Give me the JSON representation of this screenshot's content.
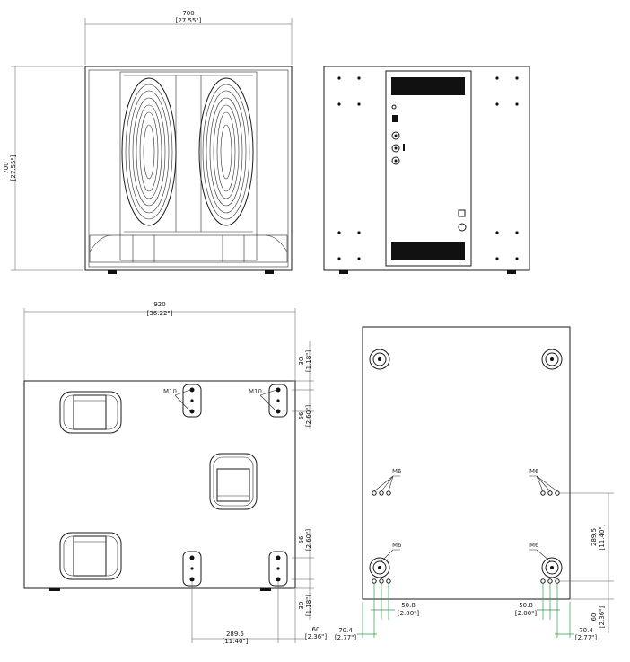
{
  "dimensions": {
    "front_width": {
      "value": "700",
      "inch": "[27.55\"]"
    },
    "front_height": {
      "value": "700",
      "inch": "[27.55\"]"
    },
    "side_width": {
      "value": "920",
      "inch": "[36.22\"]"
    },
    "side_top_offset": {
      "value": "30",
      "inch": "[1.18\"]"
    },
    "side_top_spacing": {
      "value": "66",
      "inch": "[2.60\"]"
    },
    "side_bottom_spacing": {
      "value": "66",
      "inch": "[2.60\"]"
    },
    "side_bottom_offset": {
      "value": "30",
      "inch": "[1.18\"]"
    },
    "side_rail_spacing": {
      "value": "289.5",
      "inch": "[11.40\"]"
    },
    "side_rail_edge": {
      "value": "60",
      "inch": "[2.36\"]"
    },
    "bottom_vertical_spacing": {
      "value": "289.5",
      "inch": "[11.40\"]"
    },
    "bottom_left_spacing": {
      "value": "50.8",
      "inch": "[2.00\"]"
    },
    "bottom_right_spacing": {
      "value": "50.8",
      "inch": "[2.00\"]"
    },
    "bottom_left_edge": {
      "value": "70.4",
      "inch": "[2.77\"]"
    },
    "bottom_right_edge": {
      "value": "70.4",
      "inch": "[2.77\"]"
    },
    "bottom_edge_offset": {
      "value": "60",
      "inch": "[2.36\"]"
    }
  },
  "labels": {
    "m10_left": "M10",
    "m10_right": "M10",
    "m6_upper_left": "M6",
    "m6_upper_right": "M6",
    "m6_lower_left": "M6",
    "m6_lower_right": "M6"
  },
  "colors": {
    "line": "#1a1a1a",
    "leader": "#2e9d4e",
    "panel": "#111111"
  }
}
